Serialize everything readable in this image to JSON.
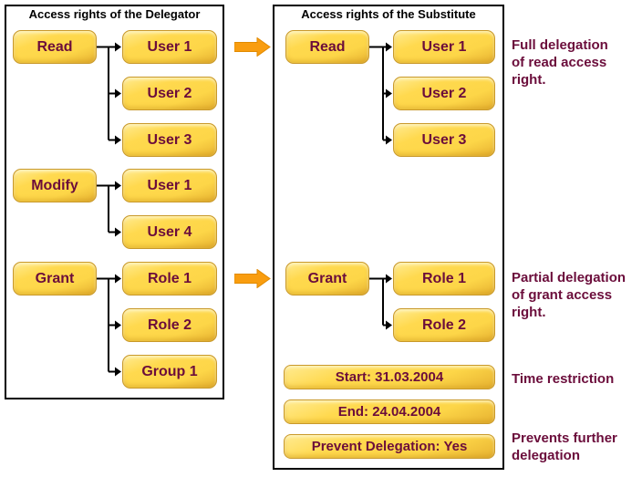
{
  "left_panel": {
    "title": "Access rights of the Delegator",
    "trees": [
      {
        "parent": "Read",
        "children": [
          "User 1",
          "User 2",
          "User 3"
        ]
      },
      {
        "parent": "Modify",
        "children": [
          "User 1",
          "User 4"
        ]
      },
      {
        "parent": "Grant",
        "children": [
          "Role 1",
          "Role 2",
          "Group 1"
        ]
      }
    ]
  },
  "right_panel": {
    "title": "Access rights of the Substitute",
    "trees": [
      {
        "parent": "Read",
        "children": [
          "User 1",
          "User 2",
          "User 3"
        ]
      },
      {
        "parent": "Grant",
        "children": [
          "Role 1",
          "Role 2"
        ]
      }
    ],
    "restrictions": [
      "Start: 31.03.2004",
      "End: 24.04.2004",
      "Prevent Delegation: Yes"
    ]
  },
  "annotations": [
    "Full delegation\nof read access\nright.",
    "Partial delegation\nof grant access\nright.",
    "Time restriction",
    "Prevents further\ndelegation"
  ],
  "icons": {
    "arrow_read": "delegation-arrow",
    "arrow_grant": "delegation-arrow"
  },
  "colors": {
    "box_fill": "#FFD94E",
    "box_highlight": "#FFEB92",
    "box_shade": "#E7B231",
    "box_border": "#C9992A",
    "box_text": "#6B0D3B",
    "panel_border": "#000000",
    "title_text": "#000000",
    "annotation_text": "#6B0D3B",
    "arrow_fill": "#F99D0F",
    "connector": "#000000",
    "background": "#FFFFFF"
  }
}
